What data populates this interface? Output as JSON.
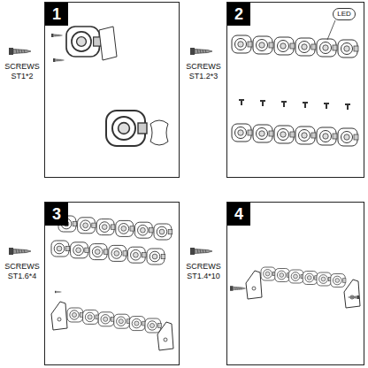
{
  "diagram": {
    "nodes": [
      {
        "text": [
          "1"
        ]
      },
      {
        "text": [
          "2"
        ]
      },
      {
        "text": [
          "LED"
        ]
      },
      {
        "text": [
          "3"
        ]
      },
      {
        "text": [
          "4"
        ]
      }
    ],
    "labels": [
      "SCREWS",
      "ST1*2",
      "SCREWS",
      "ST1.2*3",
      "SCREWS",
      "ST1.6*4",
      "SCREWS",
      "ST1.4*10"
    ]
  }
}
